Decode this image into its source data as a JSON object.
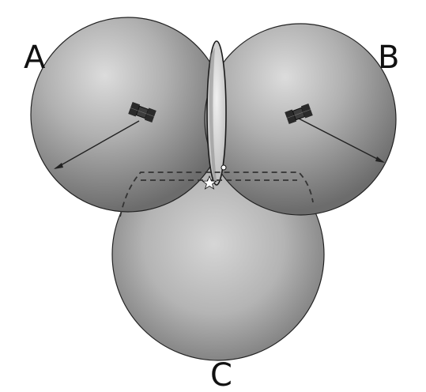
{
  "labels": {
    "a": "A",
    "b": "B",
    "c": "C"
  },
  "colors": {
    "background": "#ffffff",
    "sphere_light": "#d2d2d2",
    "sphere_mid": "#a9a9a9",
    "sphere_dark": "#6e6e6e",
    "outline": "#1a1a1a",
    "dashed_line": "#333333",
    "ellipse_fill": "#e8e8e8",
    "star": "#ffffff"
  },
  "icons": {
    "satellite_a": "satellite-icon",
    "satellite_b": "satellite-icon",
    "intersection_point": "star-icon"
  }
}
